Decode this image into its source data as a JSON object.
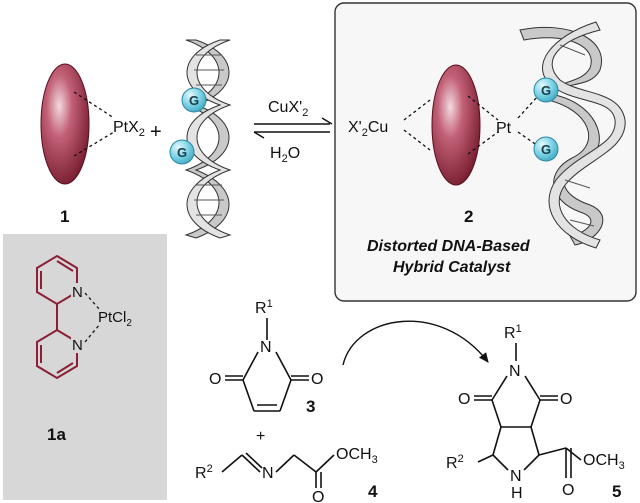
{
  "compounds": {
    "c1": {
      "number": "1",
      "metal": "PtX",
      "sub": "2"
    },
    "c1a": {
      "number": "1a",
      "metal": "PtCl",
      "sub": "2"
    },
    "c2": {
      "number": "2",
      "left_pre": "X'",
      "left_sub": "2",
      "left_post": "Cu",
      "metal": "Pt",
      "caption_line1": "Distorted DNA-Based",
      "caption_line2": "Hybrid Catalyst"
    },
    "c3": {
      "number": "3",
      "substituent": "R",
      "sup": "1"
    },
    "c4": {
      "number": "4",
      "substituent": "R",
      "sup": "2",
      "ester": "OCH",
      "ester_sub": "3"
    },
    "c5": {
      "number": "5",
      "sub1": "R",
      "sup1": "1",
      "sub2": "R",
      "sup2": "2",
      "ester": "OCH",
      "ester_sub": "3",
      "nh": "N",
      "h": "H"
    }
  },
  "reagents": {
    "top_pre": "CuX'",
    "top_sub": "2",
    "bottom_pre": "H",
    "bottom_sub": "2",
    "bottom_post": "O",
    "plus": "+"
  },
  "atoms": {
    "N": "N",
    "O": "O"
  },
  "guanine_label": "G",
  "colors": {
    "ligand": "#8a1f35",
    "guanine": "#5ec8df",
    "panel_bg": "#d7d7d7",
    "dna": "#b8b8b8"
  }
}
